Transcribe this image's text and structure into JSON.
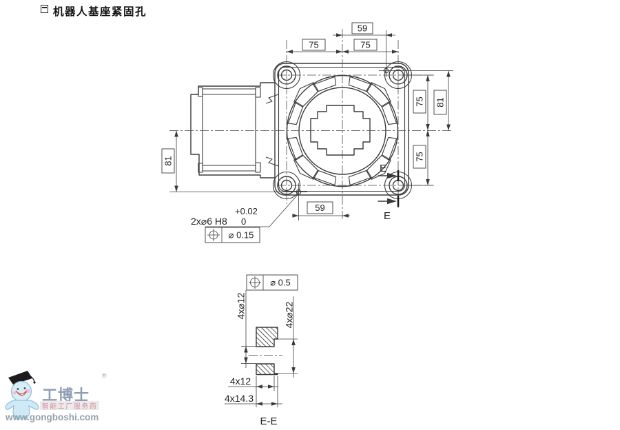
{
  "page": {
    "title": "机器人基座紧固孔"
  },
  "main_view": {
    "dims": {
      "top_offset": "59",
      "top_left": "75",
      "top_right": "75",
      "right_upper": "75",
      "right_outer": "81",
      "right_lower": "75",
      "bottom_offset": "59",
      "left_outer": "81"
    },
    "pin_note": {
      "text": "2x⌀6 H8",
      "tol_upper": "+0.02",
      "tol_lower": "0"
    },
    "position_tolerance": {
      "value": "⌀ 0.15"
    },
    "section_label": "E"
  },
  "section_view": {
    "position_tolerance": {
      "value": "⌀ 0.5"
    },
    "dims": {
      "hole": "4x⌀12",
      "counterbore": "4x⌀22",
      "depth": "4x12",
      "total_depth": "4x14.3"
    },
    "title": "E-E"
  },
  "logo": {
    "brand": "工博士",
    "registered": "®",
    "tagline": "智能工厂服务商",
    "website": "www.gongboshi.com"
  },
  "colors": {
    "line": "#3a3a3a",
    "logo_blue": "#cfe9f6",
    "logo_text": "#8e9fb3",
    "tagline_pink": "#d78fa2"
  }
}
